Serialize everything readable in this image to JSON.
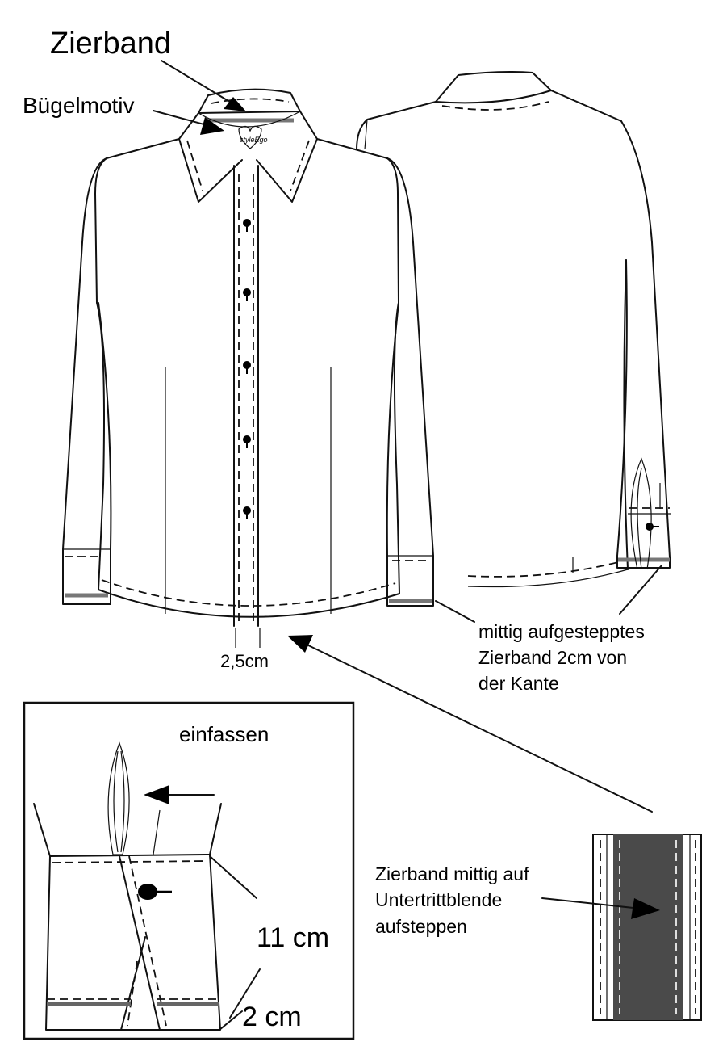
{
  "labels": {
    "zierband": "Zierband",
    "buegelmotiv": "Bügelmotiv",
    "logo": "styleEgo",
    "measure_placket": "2,5cm",
    "sleeve_note": [
      "mittig aufgestepptes",
      "Zierband 2cm von",
      "der Kante"
    ],
    "detail_title": "einfassen",
    "measure_11": "11 cm",
    "measure_2": "2 cm",
    "placket_note": [
      "Zierband mittig auf",
      "Untertrittblende",
      "aufsteppen"
    ]
  },
  "colors": {
    "line": "#111111",
    "band_gray": "#777777",
    "band_dark": "#4a4a4a"
  }
}
